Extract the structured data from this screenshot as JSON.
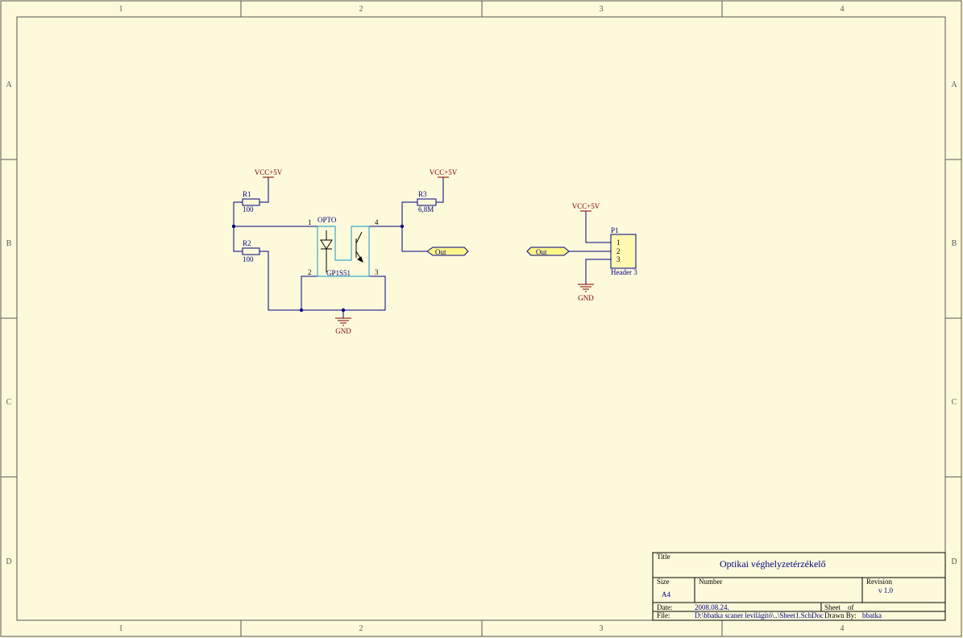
{
  "frame": {
    "columns": [
      "1",
      "2",
      "3",
      "4"
    ],
    "rows": [
      "A",
      "B",
      "C",
      "D"
    ]
  },
  "colors": {
    "background": "#fdfadb",
    "border": "#555555",
    "wire": "#000080",
    "part": "#000080",
    "power": "#800000",
    "pin": "#000000",
    "optobox": "#3aa9c9",
    "port_fill": "#fff68a",
    "header_fill": "#fff8b0"
  },
  "schematic": {
    "vcc_label": "VCC+5V",
    "gnd_label": "GND",
    "r1": {
      "designator": "R1",
      "value": "100"
    },
    "r2": {
      "designator": "R2",
      "value": "100"
    },
    "r3": {
      "designator": "R3",
      "value": "6,8M"
    },
    "opto": {
      "designator": "OPTO",
      "part": "GP1S51",
      "pins": [
        "1",
        "2",
        "3",
        "4"
      ]
    },
    "port_out": "Out",
    "p1": {
      "designator": "P1",
      "part": "Header 3",
      "pins": [
        "1",
        "2",
        "3"
      ]
    }
  },
  "title_block": {
    "title_label": "Title",
    "title_value": "Optikai véghelyzetérzékelő",
    "size_label": "Size",
    "size_value": "A4",
    "number_label": "Number",
    "revision_label": "Revision",
    "revision_value": "v 1.0",
    "date_label": "Date:",
    "date_value": "2008.08.24.",
    "file_label": "File:",
    "file_value": "D:\\bbatka scaner levilágító\\..\\Sheet1.SchDoc",
    "sheet_label": "Sheet",
    "of_label": "of",
    "drawn_label": "Drawn By:",
    "drawn_value": "bbatka"
  }
}
